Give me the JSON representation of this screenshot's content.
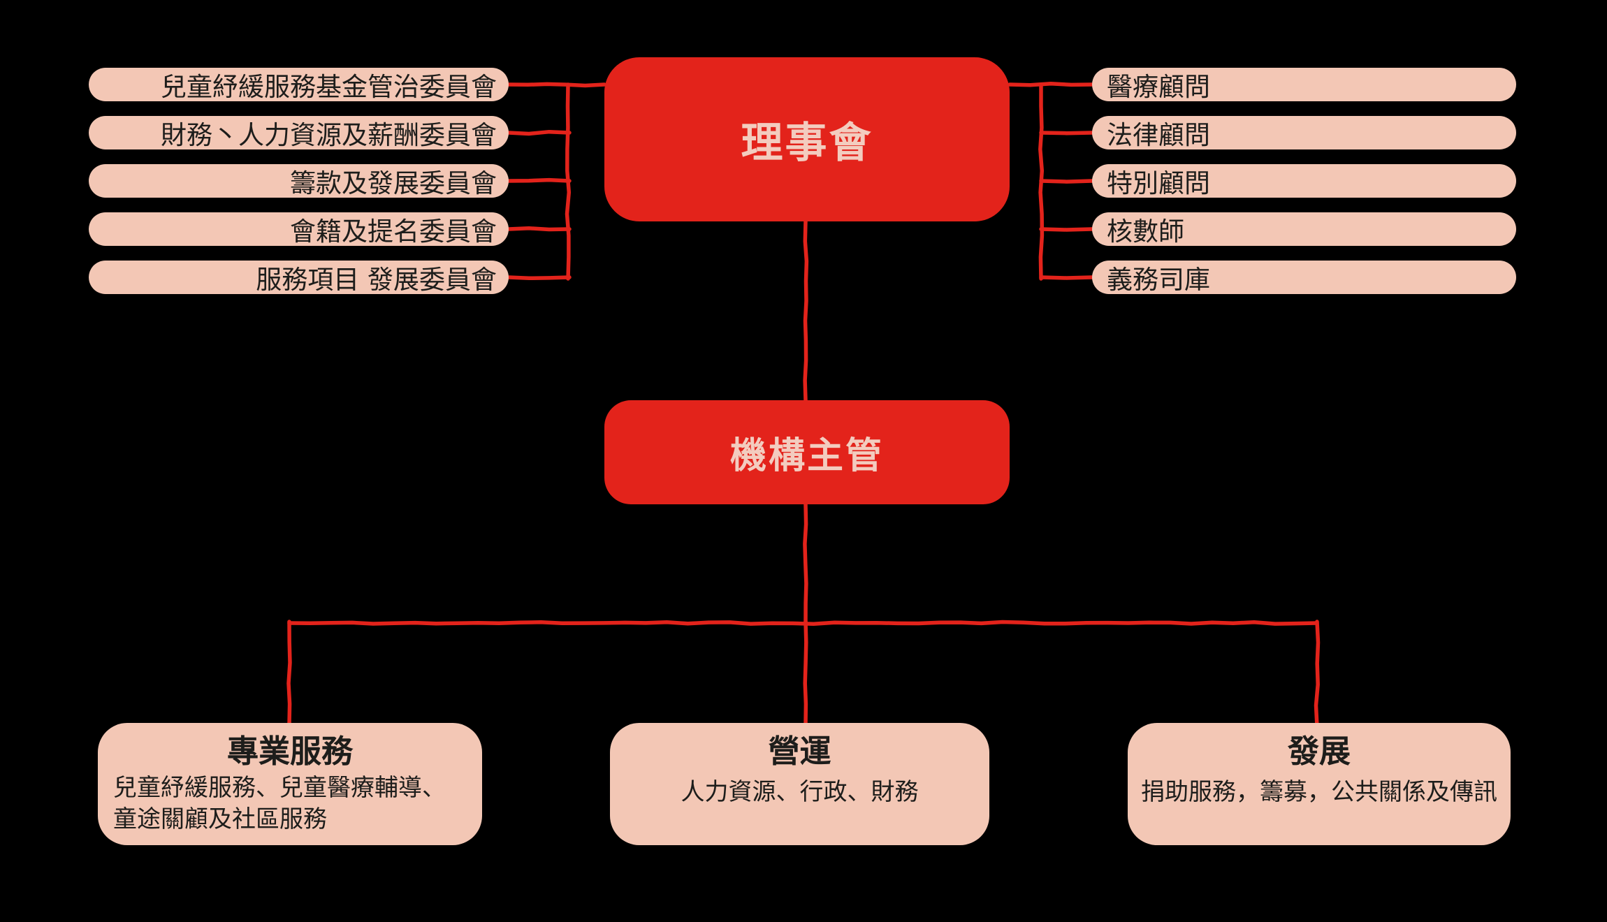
{
  "colors": {
    "red": "#e3231b",
    "pink": "#f3c7b5",
    "text_dark": "#1d1d1b",
    "text_light": "#f3ccbf"
  },
  "board": {
    "label": "理事會"
  },
  "head": {
    "label": "機構主管"
  },
  "committees": [
    "兒童紓緩服務基金管治委員會",
    "財務丶人力資源及薪酬委員會",
    "籌款及發展委員會",
    "會籍及提名委員會",
    "服務項目 發展委員會"
  ],
  "advisors": [
    "醫療顧問",
    "法律顧問",
    "特別顧問",
    "核數師",
    "義務司庫"
  ],
  "departments": [
    {
      "title": "專業服務",
      "body_line1": "兒童紓緩服務、兒童醫療輔導、",
      "body_line2": "童途關顧及社區服務"
    },
    {
      "title": "營運",
      "body": "人力資源、行政、財務"
    },
    {
      "title": "發展",
      "body": "捐助服務，籌募，公共關係及傳訊"
    }
  ]
}
